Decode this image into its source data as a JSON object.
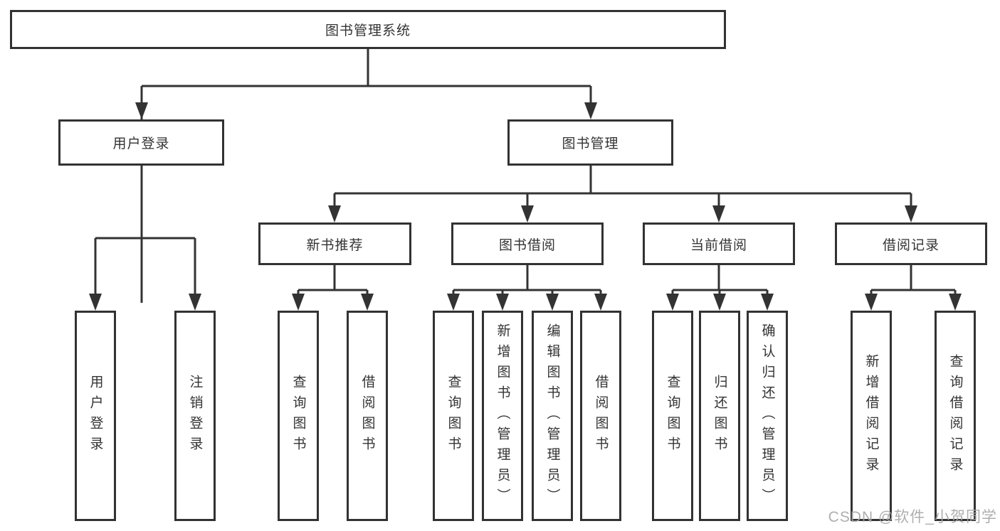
{
  "root": {
    "label": "图书管理系统"
  },
  "level2": [
    {
      "label": "用户登录"
    },
    {
      "label": "图书管理"
    }
  ],
  "level3": [
    {
      "label": "新书推荐"
    },
    {
      "label": "图书借阅"
    },
    {
      "label": "当前借阅"
    },
    {
      "label": "借阅记录"
    }
  ],
  "leaves": {
    "user_login": [
      {
        "label": "用户登录"
      },
      {
        "label": "注销登录"
      }
    ],
    "new_books": [
      {
        "label": "查询图书"
      },
      {
        "label": "借阅图书"
      }
    ],
    "borrowing": [
      {
        "label": "查询图书"
      },
      {
        "label": "新增图书（管理员）"
      },
      {
        "label": "编辑图书（管理员）"
      },
      {
        "label": "借阅图书"
      }
    ],
    "current": [
      {
        "label": "查询图书"
      },
      {
        "label": "归还图书"
      },
      {
        "label": "确认归还（管理员）"
      }
    ],
    "records": [
      {
        "label": "新增借阅记录"
      },
      {
        "label": "查询借阅记录"
      }
    ]
  },
  "watermark": {
    "text": "CSDN @软件_小贺同学"
  },
  "colors": {
    "line": "#333333",
    "box_border": "#323232",
    "text": "#333333",
    "watermark": "#a6a6a6"
  }
}
